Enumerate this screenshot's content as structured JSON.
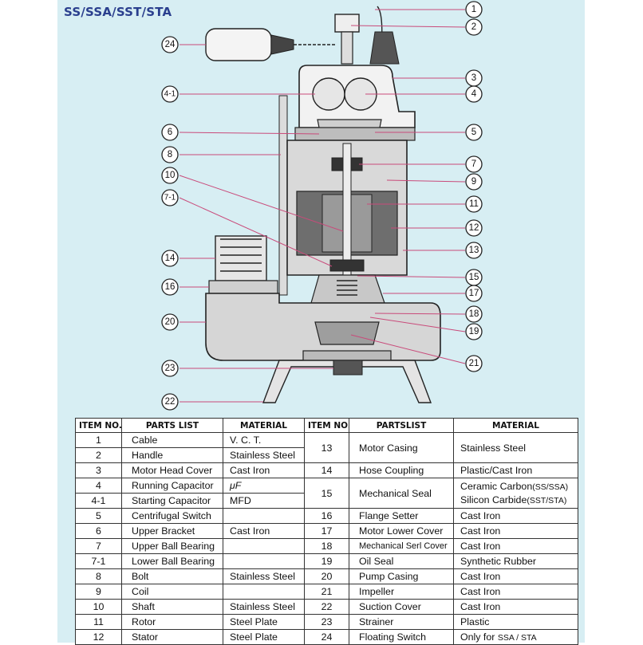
{
  "title": "SS/SSA/SST/STA",
  "callouts_right": [
    "1",
    "2",
    "3",
    "4",
    "5",
    "7",
    "9",
    "11",
    "12",
    "13",
    "15",
    "17",
    "18",
    "19",
    "21"
  ],
  "callouts_left": [
    "24",
    "4-1",
    "6",
    "8",
    "10",
    "7-1",
    "14",
    "16",
    "20",
    "23",
    "22"
  ],
  "table": {
    "headers": [
      "ITEM NO.",
      "PARTS LIST",
      "MATERIAL",
      "ITEM NO.",
      "PARTSLIST",
      "MATERIAL"
    ],
    "left": [
      {
        "no": "1",
        "part": "Cable",
        "material": "V. C. T."
      },
      {
        "no": "2",
        "part": "Handle",
        "material": "Stainless Steel"
      },
      {
        "no": "3",
        "part": "Motor Head Cover",
        "material": "Cast Iron"
      },
      {
        "no": "4",
        "part": "Running Capacitor",
        "material": "μF"
      },
      {
        "no": "4-1",
        "part": "Starting Capacitor",
        "material": "MFD"
      },
      {
        "no": "5",
        "part": "Centrifugal Switch",
        "material": ""
      },
      {
        "no": "6",
        "part": "Upper Bracket",
        "material": "Cast Iron"
      },
      {
        "no": "7",
        "part": "Upper Ball Bearing",
        "material": ""
      },
      {
        "no": "7-1",
        "part": "Lower Ball Bearing",
        "material": ""
      },
      {
        "no": "8",
        "part": "Bolt",
        "material": "Stainless Steel"
      },
      {
        "no": "9",
        "part": "Coil",
        "material": ""
      },
      {
        "no": "10",
        "part": "Shaft",
        "material": "Stainless Steel"
      },
      {
        "no": "11",
        "part": "Rotor",
        "material": "Steel Plate"
      },
      {
        "no": "12",
        "part": "Stator",
        "material": "Steel Plate"
      }
    ],
    "right": [
      {
        "no": "13",
        "part": "Motor Casing",
        "material": "Stainless Steel"
      },
      {
        "no": "14",
        "part": "Hose Coupling",
        "material": "Plastic/Cast Iron"
      },
      {
        "no": "15",
        "part": "Mechanical Seal",
        "material_line1": "Ceramic Carbon",
        "material_line1_note": "(SS/SSA)",
        "material_line2": "Silicon Carbide",
        "material_line2_note": "(SST/STA)"
      },
      {
        "no": "16",
        "part": "Flange Setter",
        "material": "Cast Iron"
      },
      {
        "no": "17",
        "part": "Motor Lower Cover",
        "material": "Cast Iron"
      },
      {
        "no": "18",
        "part": "Mechanical Serl Cover",
        "material": "Cast Iron"
      },
      {
        "no": "19",
        "part": "Oil Seal",
        "material": "Synthetic Rubber"
      },
      {
        "no": "20",
        "part": "Pump Casing",
        "material": "Cast Iron"
      },
      {
        "no": "21",
        "part": "Impeller",
        "material": "Cast Iron"
      },
      {
        "no": "22",
        "part": "Suction Cover",
        "material": "Cast Iron"
      },
      {
        "no": "23",
        "part": "Strainer",
        "material": "Plastic"
      },
      {
        "no": "24",
        "part": "Floating Switch",
        "material_main": "Only for ",
        "material_note": "SSA / STA"
      }
    ]
  }
}
